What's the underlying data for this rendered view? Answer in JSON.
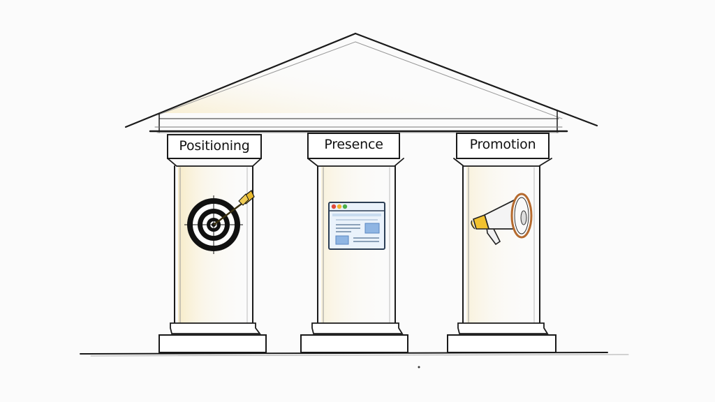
{
  "diagram": {
    "type": "temple-pillars",
    "roof": {
      "label": ""
    },
    "pillars": [
      {
        "id": "positioning",
        "label": "Positioning",
        "icon": "target-arrow-icon",
        "accent": "#e8b92e"
      },
      {
        "id": "presence",
        "label": "Presence",
        "icon": "browser-window-icon",
        "accent": "#4f8fd8"
      },
      {
        "id": "promotion",
        "label": "Promotion",
        "icon": "megaphone-icon",
        "accent": "#f2c230"
      }
    ],
    "colors": {
      "ink": "#1a1a1a",
      "background": "#fbfbfb",
      "highlight": "#f3d98a"
    }
  }
}
